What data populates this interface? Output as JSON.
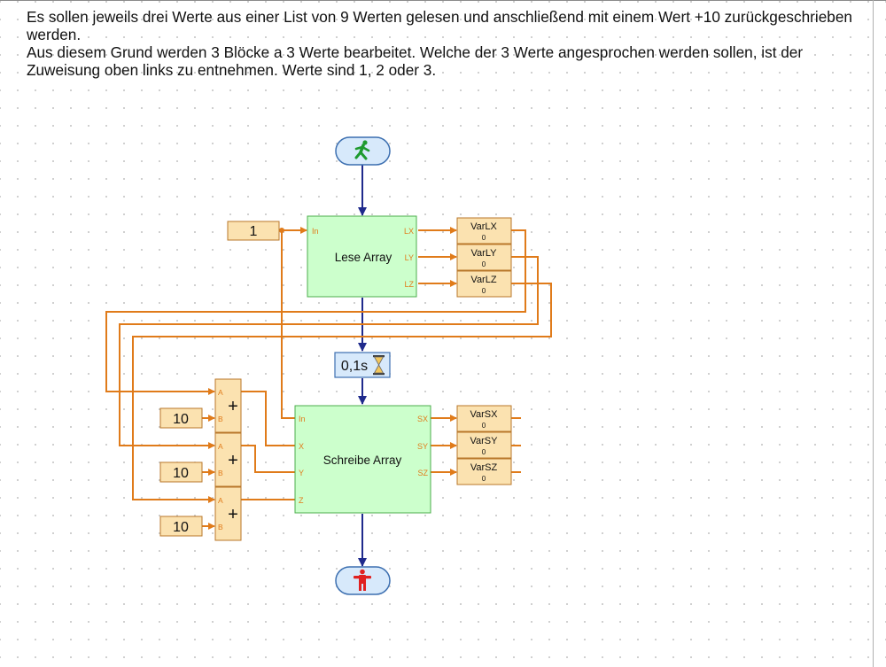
{
  "description": {
    "paragraph1": "Es sollen jeweils drei Werte aus einer List von 9 Werten gelesen und anschließend mit einem Wert +10 zurückgeschrieben werden.",
    "paragraph2": "Aus diesem Grund werden 3 Blöcke a 3 Werte bearbeitet. Welche der 3 Werte angesprochen werden sollen, ist der Zuweisung oben links zu entnehmen. Werte sind 1, 2 oder 3."
  },
  "diagram": {
    "start_icon": "green-walking-man-icon",
    "stop_icon": "red-standing-man-icon",
    "constant_input": "1",
    "read_block": {
      "title": "Lese Array",
      "in_port": "In",
      "out_ports": [
        "LX",
        "LY",
        "LZ"
      ]
    },
    "read_vars": [
      {
        "name": "VarLX",
        "value": "0"
      },
      {
        "name": "VarLY",
        "value": "0"
      },
      {
        "name": "VarLZ",
        "value": "0"
      }
    ],
    "delay": {
      "label": "0,1s",
      "icon": "hourglass-icon"
    },
    "adders": [
      {
        "in_a": "A",
        "in_b": "B",
        "op": "+",
        "constant": "10"
      },
      {
        "in_a": "A",
        "in_b": "B",
        "op": "+",
        "constant": "10"
      },
      {
        "in_a": "A",
        "in_b": "B",
        "op": "+",
        "constant": "10"
      }
    ],
    "write_block": {
      "title": "Schreibe Array",
      "in_ports": [
        "In",
        "X",
        "Y",
        "Z"
      ],
      "out_ports": [
        "SX",
        "SY",
        "SZ"
      ]
    },
    "write_vars": [
      {
        "name": "VarSX",
        "value": "0"
      },
      {
        "name": "VarSY",
        "value": "0"
      },
      {
        "name": "VarSZ",
        "value": "0"
      }
    ],
    "colors": {
      "block_fill": "#ccffcc",
      "block_stroke": "#4cae4c",
      "var_fill": "#fbe2b0",
      "var_stroke": "#b8772a",
      "data_wire": "#e07b1a",
      "flow_wire": "#1f2a8c",
      "terminal_fill": "#d7e9fb",
      "terminal_stroke": "#3c6fb0"
    }
  }
}
